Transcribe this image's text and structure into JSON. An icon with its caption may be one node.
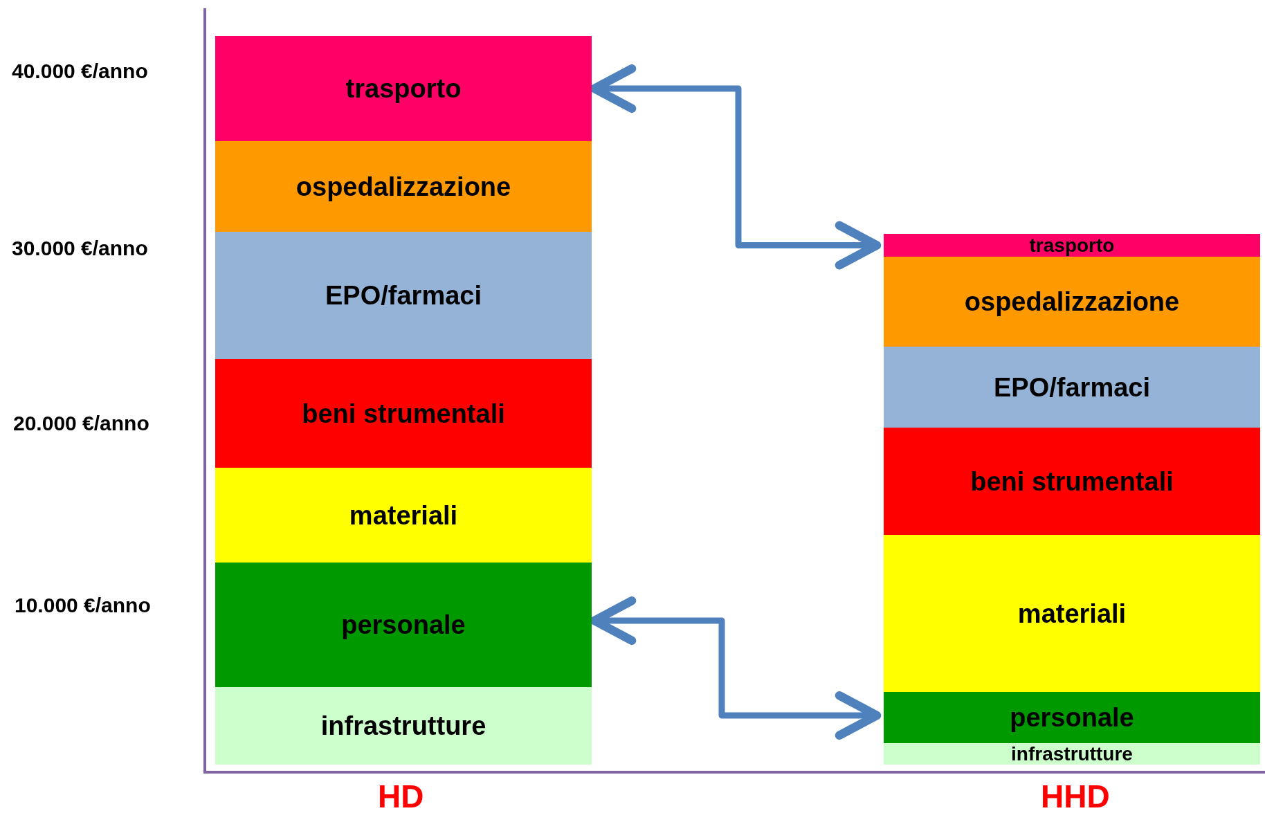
{
  "diagram": {
    "nodes": [
      {
        "text": [
          "trasporto"
        ]
      },
      {
        "text": [
          "ospedalizzazione"
        ]
      },
      {
        "text": [
          "EPO/farmaci"
        ]
      },
      {
        "text": [
          "beni strumentali"
        ]
      },
      {
        "text": [
          "materiali"
        ]
      },
      {
        "text": [
          "personale"
        ]
      },
      {
        "text": [
          "infrastrutture"
        ]
      },
      {
        "text": [
          "trasporto"
        ]
      },
      {
        "text": [
          "ospedalizzazione"
        ]
      },
      {
        "text": [
          "EPO/farmaci"
        ]
      },
      {
        "text": [
          "beni strumentali"
        ]
      },
      {
        "text": [
          "materiali"
        ]
      },
      {
        "text": [
          "personale"
        ]
      },
      {
        "text": [
          "infrastrutture"
        ]
      }
    ],
    "edges": [
      {
        "from": 0,
        "to": 7,
        "arrow": "both"
      },
      {
        "from": 5,
        "to": 12,
        "arrow": "both"
      }
    ],
    "labels": [
      "40.000 €/anno",
      "30.000 €/anno",
      "20.000 €/anno",
      "10.000 €/anno",
      "HD",
      "HHD"
    ]
  }
}
